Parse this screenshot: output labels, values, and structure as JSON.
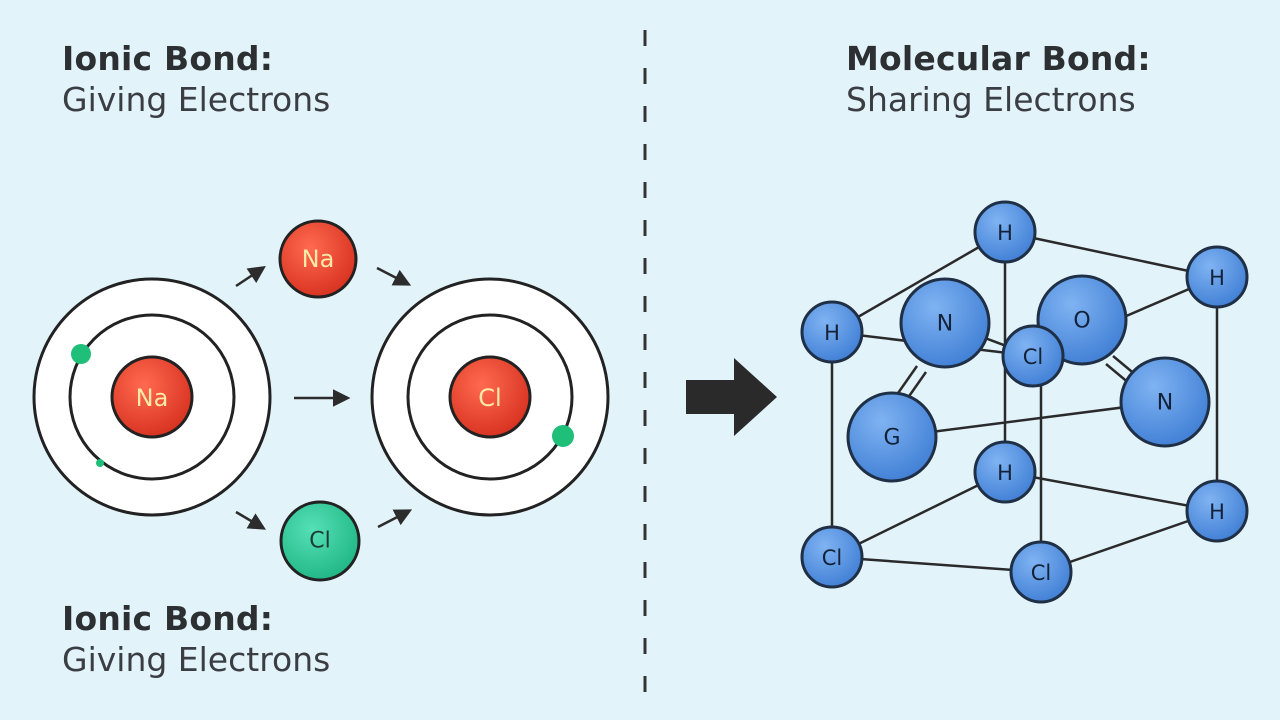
{
  "left_top_heading": {
    "title": "Ionic Bond:",
    "subtitle": "Giving Electrons"
  },
  "left_bottom_heading": {
    "title": "Ionic Bond:",
    "subtitle": "Giving Electrons"
  },
  "right_heading": {
    "title": "Molecular Bond:",
    "subtitle": "Sharing Electrons"
  },
  "ionic": {
    "na_atom_label": "Na",
    "cl_atom_label": "Cl",
    "na_ion_label": "Na",
    "cl_ion_label": "Cl"
  },
  "molecule": {
    "atoms": [
      {
        "id": "h1",
        "label": "H",
        "kind": "small"
      },
      {
        "id": "h2",
        "label": "H",
        "kind": "small"
      },
      {
        "id": "h3",
        "label": "H",
        "kind": "small"
      },
      {
        "id": "n1",
        "label": "N",
        "kind": "large"
      },
      {
        "id": "o1",
        "label": "O",
        "kind": "large"
      },
      {
        "id": "cl1",
        "label": "Cl",
        "kind": "small"
      },
      {
        "id": "c1",
        "label": "G",
        "kind": "large"
      },
      {
        "id": "n2",
        "label": "N",
        "kind": "large"
      },
      {
        "id": "h4",
        "label": "H",
        "kind": "small"
      },
      {
        "id": "h5",
        "label": "H",
        "kind": "small"
      },
      {
        "id": "cl2",
        "label": "Cl",
        "kind": "small"
      },
      {
        "id": "cl3",
        "label": "Cl",
        "kind": "small"
      }
    ]
  },
  "colors": {
    "background": "#e3f3fa",
    "sodium": "#e8412e",
    "chlorine_ion": "#2fc99a",
    "electron": "#1fbf7a",
    "molecule_atom": "#4f8fe0",
    "divider": "#333333"
  }
}
